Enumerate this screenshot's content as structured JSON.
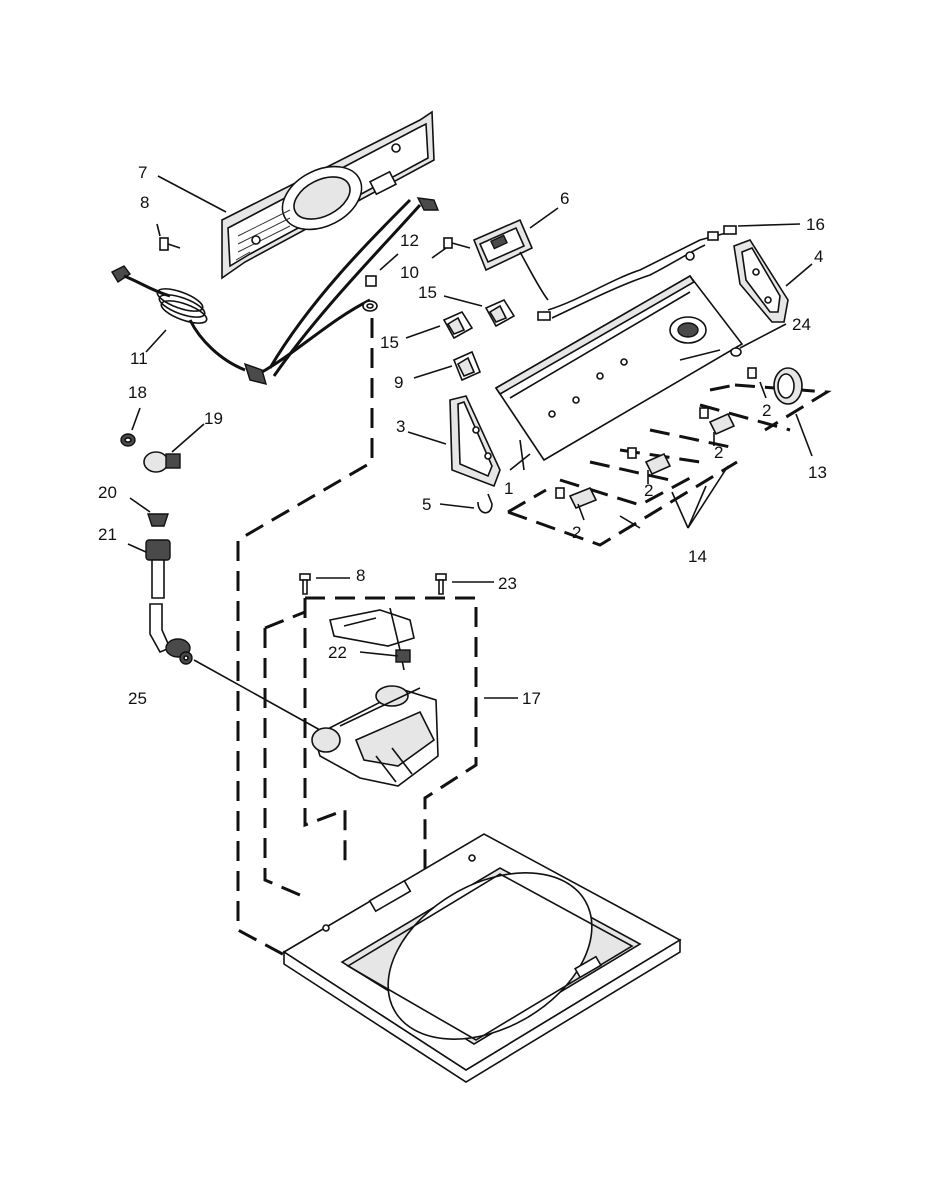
{
  "callouts": [
    {
      "id": "c1",
      "text": "1"
    },
    {
      "id": "c2a",
      "text": "2"
    },
    {
      "id": "c2b",
      "text": "2"
    },
    {
      "id": "c2c",
      "text": "2"
    },
    {
      "id": "c2d",
      "text": "2"
    },
    {
      "id": "c3",
      "text": "3"
    },
    {
      "id": "c4",
      "text": "4"
    },
    {
      "id": "c5",
      "text": "5"
    },
    {
      "id": "c6",
      "text": "6"
    },
    {
      "id": "c7",
      "text": "7"
    },
    {
      "id": "c8a",
      "text": "8"
    },
    {
      "id": "c8b",
      "text": "8"
    },
    {
      "id": "c9",
      "text": "9"
    },
    {
      "id": "c10",
      "text": "10"
    },
    {
      "id": "c11",
      "text": "11"
    },
    {
      "id": "c12",
      "text": "12"
    },
    {
      "id": "c13",
      "text": "13"
    },
    {
      "id": "c14",
      "text": "14"
    },
    {
      "id": "c15a",
      "text": "15"
    },
    {
      "id": "c15b",
      "text": "15"
    },
    {
      "id": "c16",
      "text": "16"
    },
    {
      "id": "c17",
      "text": "17"
    },
    {
      "id": "c18",
      "text": "18"
    },
    {
      "id": "c19",
      "text": "19"
    },
    {
      "id": "c20",
      "text": "20"
    },
    {
      "id": "c21",
      "text": "21"
    },
    {
      "id": "c22",
      "text": "22"
    },
    {
      "id": "c23",
      "text": "23"
    },
    {
      "id": "c24",
      "text": "24"
    },
    {
      "id": "c25",
      "text": "25"
    }
  ]
}
